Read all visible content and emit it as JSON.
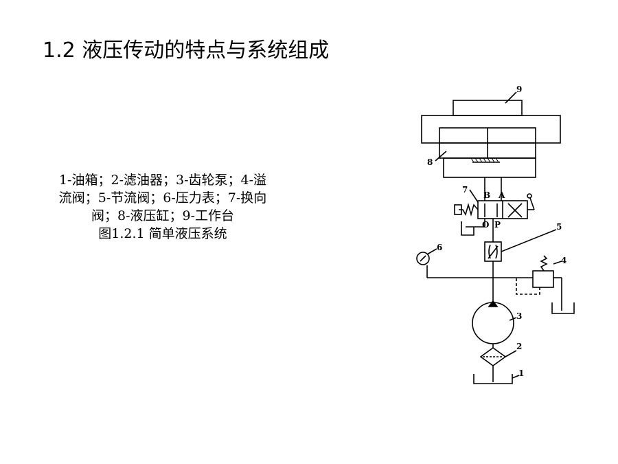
{
  "slide": {
    "title": "1.2 液压传动的特点与系统组成"
  },
  "caption": {
    "legend": "1-油箱；2-滤油器；3-齿轮泵；4-溢流阀；5-节流阀；6-压力表；7-换向阀；8-液压缸；9-工作台",
    "figure_label": "图1.2.1 简单液压系统"
  },
  "diagram": {
    "labels": {
      "n1": "1",
      "n2": "2",
      "n3": "3",
      "n4": "4",
      "n5": "5",
      "n6": "6",
      "n7": "7",
      "n8": "8",
      "n9": "9",
      "portA": "A",
      "portB": "B",
      "portO": "O",
      "portP": "P"
    }
  }
}
